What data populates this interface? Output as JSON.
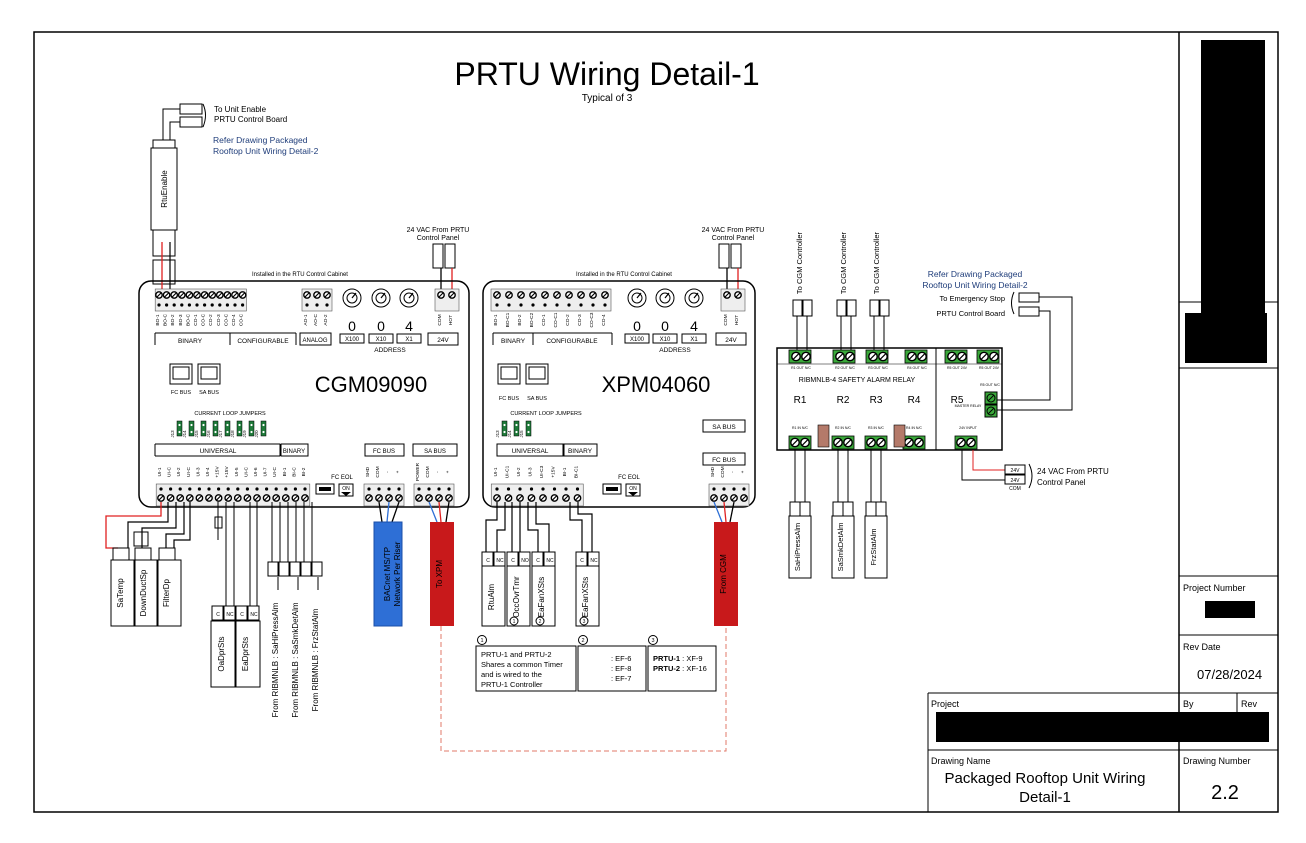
{
  "title": "PRTU Wiring Detail-1",
  "subtitle": "Typical of 3",
  "unit_enable": {
    "line1": "To Unit Enable",
    "line2": "PRTU Control Board"
  },
  "refer_note_1": {
    "line1": "Refer Drawing Packaged",
    "line2": "Rooftop Unit Wiring Detail-2"
  },
  "rtu_enable_label": "RtuEnable",
  "cgm": {
    "power_note_1": "24 VAC From PRTU",
    "power_note_2": "Control Panel",
    "cabinet_label": "Installed in the RTU Control Cabinet",
    "model": "CGM09090",
    "top_terminals": [
      "BO-1",
      "BO-C",
      "BO-2",
      "BO-3",
      "BO-C",
      "CO-1",
      "CO-C",
      "CO-2",
      "CO-3",
      "CO-C",
      "CO-4",
      "CO-C",
      "AO-1",
      "AO-C",
      "AO-2",
      "COM",
      "HOT"
    ],
    "group_binary": "BINARY",
    "group_configurable": "CONFIGURABLE",
    "group_analog": "ANALOG",
    "group_address": "ADDRESS",
    "group_24v": "24V",
    "address_digits": [
      "0",
      "0",
      "4"
    ],
    "address_labels": [
      "X100",
      "X10",
      "X1"
    ],
    "fc_bus": "FC BUS",
    "sa_bus": "SA BUS",
    "current_loop": "CURRENT LOOP JUMPERS",
    "jumpers": [
      "J13",
      "J14",
      "J15",
      "J16",
      "J17",
      "J18",
      "J19",
      "J20"
    ],
    "group_universal": "UNIVERSAL",
    "group_binary_bottom": "BINARY",
    "fc_bus_bottom": "FC BUS",
    "sa_bus_bottom": "SA BUS",
    "fc_eol": "FC EOL",
    "on_label": "ON",
    "bottom_terminals": [
      "UI-1",
      "UI-C",
      "UI-2",
      "UI-C",
      "UI-3",
      "UI-4",
      "+15V",
      "+15V",
      "UI-5",
      "UI-C",
      "UI-6",
      "UI-7",
      "UI-C",
      "BI-1",
      "BI-C",
      "BI-2"
    ],
    "fc_terminals": [
      "SHD",
      "COM",
      "-",
      "+"
    ],
    "sa_terminals": [
      "POWER",
      "COM",
      "-",
      "+"
    ]
  },
  "xpm": {
    "power_note_1": "24 VAC From PRTU",
    "power_note_2": "Control Panel",
    "cabinet_label": "Installed in the RTU Control Cabinet",
    "model": "XPM04060",
    "top_terminals": [
      "BO-1",
      "BO-C1",
      "BO-2",
      "BO-C2",
      "CO-1",
      "CO-C1",
      "CO-2",
      "CO-3",
      "CO-C3",
      "CO-4",
      "COM",
      "HOT"
    ],
    "group_binary": "BINARY",
    "group_configurable": "CONFIGURABLE",
    "group_address": "ADDRESS",
    "group_24v": "24V",
    "address_digits": [
      "0",
      "0",
      "4"
    ],
    "address_labels": [
      "X100",
      "X10",
      "X1"
    ],
    "fc_bus": "FC BUS",
    "sa_bus": "SA BUS",
    "current_loop": "CURRENT LOOP JUMPERS",
    "jumpers": [
      "J13",
      "J14",
      "J15"
    ],
    "group_universal": "UNIVERSAL",
    "group_binary_bottom": "BINARY",
    "fc_eol": "FC EOL",
    "on_label": "ON",
    "sa_bus_right": "SA BUS",
    "fc_bus_right": "FC BUS",
    "bottom_terminals": [
      "UI-1",
      "UI-C1",
      "UI-2",
      "UI-3",
      "UI-C3",
      "+15V",
      "BI-1",
      "BI-C1"
    ],
    "fc_terminals": [
      "SHD",
      "COM",
      "-",
      "+"
    ],
    "sa_terminals": [
      "POWER",
      "COM",
      "-",
      "+"
    ]
  },
  "devices_left": [
    "SaTemp",
    "DownDuctSp",
    "FilterDp",
    "OaDprSts",
    "EaDprSts"
  ],
  "from_ribmnlb": [
    "From RIBMNLB : SaHiPressAlm",
    "From RIBMNLB : SaSmkDetAlm",
    "From RIBMNLB : FrzStatAlm"
  ],
  "bacnet_label_1": "BACnet MS/TP",
  "bacnet_label_2": "Network Per Riser",
  "to_xpm": "To XPM",
  "from_cgm": "From CGM",
  "devices_xpm": [
    "RtuAlm",
    "OccOvrTmr",
    "EaFanXSts",
    "EaFanXSts"
  ],
  "contact_labels": {
    "c": "C",
    "nc": "NC",
    "no": "NO"
  },
  "relay": {
    "title": "RIBMNLB-4 SAFETY ALARM RELAY",
    "relays": [
      "R1",
      "R2",
      "R3",
      "R4",
      "R5"
    ],
    "out_labels": [
      "R1 OUT N/C",
      "R2 OUT N/C",
      "R3 OUT N/C",
      "R4 OUT N/C",
      "R5 OUT 24V",
      "R5 OUT 24V"
    ],
    "in_labels": [
      "R1 IN N/C",
      "R2 IN N/C",
      "R3 IN N/C",
      "R4 IN N/C"
    ],
    "master_relay": "MASTER RELAY",
    "r5_out_nc": "R5 OUT N/C",
    "r5_input": "24V INPUT",
    "to_cgm": "To CGM Controller",
    "refer_note_2a": "Refer Drawing Packaged",
    "refer_note_2b": "Rooftop Unit Wiring Detail-2",
    "emergency_1": "To Emergency Stop",
    "emergency_2": "PRTU Control Board",
    "power_1": "24 VAC From PRTU",
    "power_2": "Control Panel",
    "power_block": [
      "24V",
      "24V",
      "COM"
    ],
    "alarms": [
      "SaHiPressAlm",
      "SaSmkDetAlm",
      "FrzStatAlm"
    ]
  },
  "notes": {
    "n1_num": "1",
    "n1_text": [
      "PRTU-1 and PRTU-2",
      "Shares a common Timer",
      "and is wired to the",
      "PRTU-1 Controller"
    ],
    "n2_num": "2",
    "n2_text": [
      ": EF-6",
      ": EF-8",
      ": EF-7"
    ],
    "n3_num": "3",
    "n3_rows": [
      {
        "k": "PRTU-1",
        "v": " : XF-9"
      },
      {
        "k": "PRTU-2",
        "v": " : XF-16"
      }
    ]
  },
  "title_block": {
    "project_number_label": "Project Number",
    "rev_date_label": "Rev Date",
    "rev_date": "07/28/2024",
    "project_label": "Project",
    "by_label": "By",
    "rev_label": "Rev",
    "drawing_name_label": "Drawing Name",
    "drawing_name_1": "Packaged Rooftop Unit Wiring",
    "drawing_name_2": "Detail-1",
    "drawing_number_label": "Drawing Number",
    "drawing_number": "2.2"
  },
  "colors": {
    "wire_red": "#e02020",
    "bacnet_blue": "#2e6fd6",
    "cable_red": "#c8191b",
    "terminal_green": "#3aa83a",
    "redacted": "#000000",
    "jumper_green": "#1f7a3a"
  }
}
